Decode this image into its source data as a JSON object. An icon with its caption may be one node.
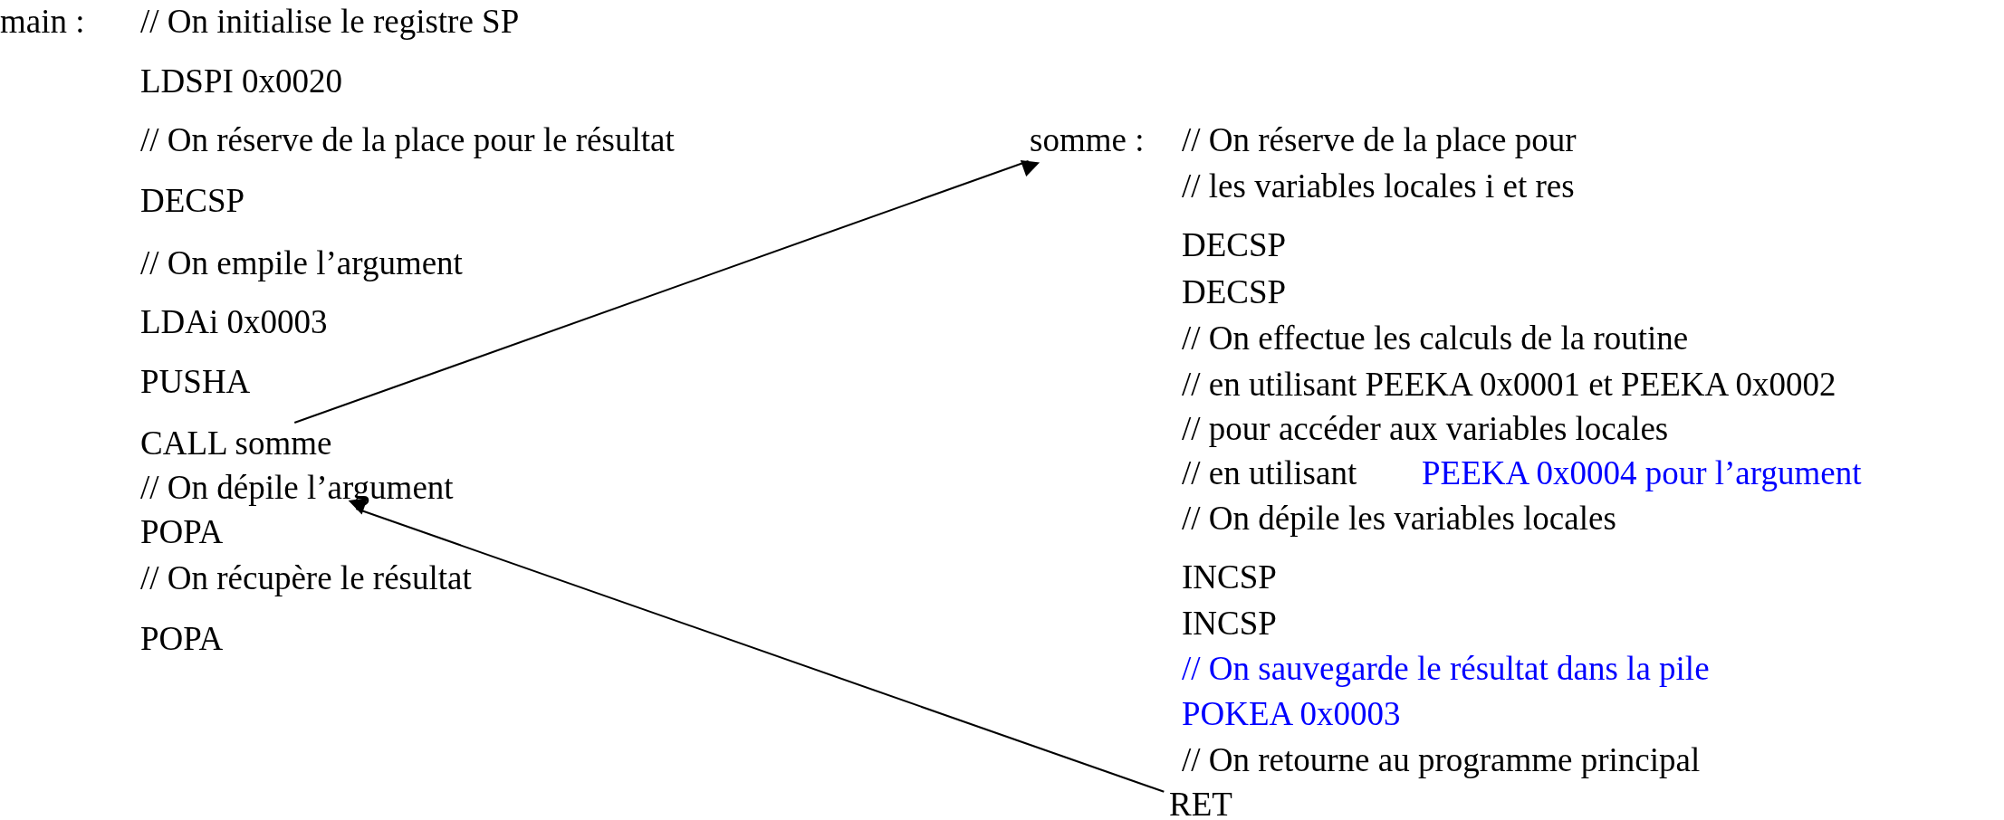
{
  "diagram": {
    "nodes": [
      {
        "text": [
          "CALL somme"
        ]
      },
      {
        "text": [
          "somme :"
        ]
      },
      {
        "text": [
          "// On dépile l’argument"
        ]
      },
      {
        "text": [
          "RET"
        ]
      }
    ],
    "edges": [
      {
        "from": 0,
        "to": 1,
        "arrow": "to"
      },
      {
        "from": 3,
        "to": 2,
        "arrow": "to"
      }
    ],
    "labels": [
      "main :",
      "// On initialise le registre SP",
      "LDSPI 0x0020",
      "// On réserve de la place pour le résultat",
      "DECSP",
      "// On empile l’argument",
      "LDAi 0x0003",
      "PUSHA",
      "POPA",
      "// On récupère le résultat",
      "POPA",
      "// On réserve de la place pour",
      "// les variables locales i et res",
      "DECSP",
      "DECSP",
      "// On effectue les calculs de la routine",
      "// en utilisant PEEKA 0x0001 et PEEKA 0x0002",
      "// pour accéder aux variables locales",
      "// en utilisant",
      "PEEKA 0x0004 pour l’argument",
      "// On dépile les variables locales",
      "INCSP",
      "INCSP",
      "// On sauvegarde le résultat dans la pile",
      "POKEA 0x0003",
      "// On retourne au programme principal"
    ]
  }
}
